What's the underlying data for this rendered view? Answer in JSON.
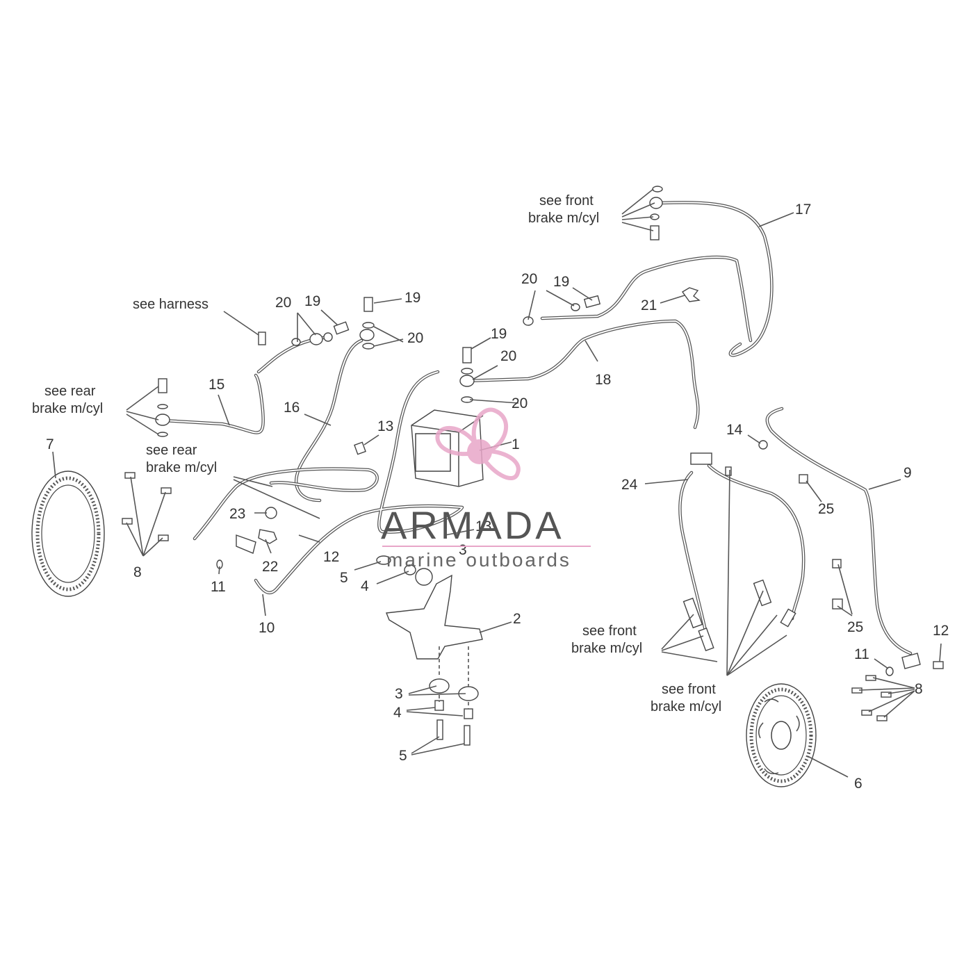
{
  "callouts": {
    "n1": "1",
    "n2": "2",
    "n3a": "3",
    "n3b": "3",
    "n4a": "4",
    "n4b": "4",
    "n5a": "5",
    "n5b": "5",
    "n6": "6",
    "n7": "7",
    "n8a": "8",
    "n8b": "8",
    "n9": "9",
    "n10": "10",
    "n11a": "11",
    "n11b": "11",
    "n12a": "12",
    "n12b": "12",
    "n13a": "13",
    "n13b": "13",
    "n14": "14",
    "n15": "15",
    "n16": "16",
    "n17": "17",
    "n18": "18",
    "n19a": "19",
    "n19b": "19",
    "n19c": "19",
    "n19d": "19",
    "n20a": "20",
    "n20b": "20",
    "n20c": "20",
    "n20d": "20",
    "n20e": "20",
    "n21": "21",
    "n22": "22",
    "n23": "23",
    "n24": "24",
    "n25a": "25",
    "n25b": "25"
  },
  "notes": {
    "harness": "see harness",
    "front_top_1": "see front",
    "front_top_2": "brake m/cyl",
    "rear_a_1": "see rear",
    "rear_a_2": "brake m/cyl",
    "rear_b_1": "see rear",
    "rear_b_2": "brake m/cyl",
    "front_mid_1": "see front",
    "front_mid_2": "brake m/cyl",
    "front_low_1": "see front",
    "front_low_2": "brake m/cyl"
  },
  "watermark": {
    "brand": "ARMADA",
    "tagline": "marine outboards",
    "logo_color": "#e8a6c8",
    "text_color": "#555555"
  }
}
